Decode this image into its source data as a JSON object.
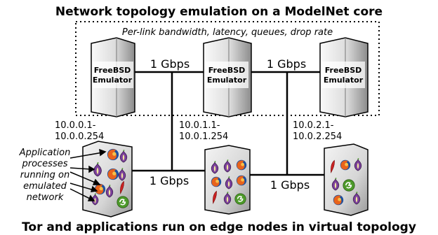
{
  "title_top": "Network topology emulation on a ModelNet core",
  "title_bottom": "Tor and applications run on edge nodes in virtual topology",
  "core_caption": "Per-link bandwidth, latency, queues, drop rate",
  "emulators": [
    {
      "line1": "FreeBSD",
      "line2": "Emulator"
    },
    {
      "line1": "FreeBSD",
      "line2": "Emulator"
    },
    {
      "line1": "FreeBSD",
      "line2": "Emulator"
    }
  ],
  "core_links": [
    "1 Gbps",
    "1 Gbps"
  ],
  "edge_links": [
    "1 Gbps",
    "1 Gbps"
  ],
  "subnets": [
    {
      "line1": "10.0.0.1-",
      "line2": "10.0.0.254"
    },
    {
      "line1": "10.0.1.1-",
      "line2": "10.0.1.254"
    },
    {
      "line1": "10.0.2.1-",
      "line2": "10.0.2.254"
    }
  ],
  "app_caption": [
    "Application",
    "processes",
    "running on",
    "emulated",
    "network"
  ],
  "colors": {
    "server_light": "#f2f2f2",
    "server_dark": "#8c8c8c",
    "outline": "#000000",
    "onion_purple": "#7a3f9b",
    "firefox_orange": "#e8631c",
    "firefox_blue": "#1e4f9e",
    "bittorrent_green": "#4d9a2a",
    "app_red": "#cc2222"
  },
  "icons": {
    "tor": "tor-onion-icon",
    "browser": "firefox-icon",
    "torrent": "bittorrent-icon",
    "feather": "feather-icon"
  }
}
